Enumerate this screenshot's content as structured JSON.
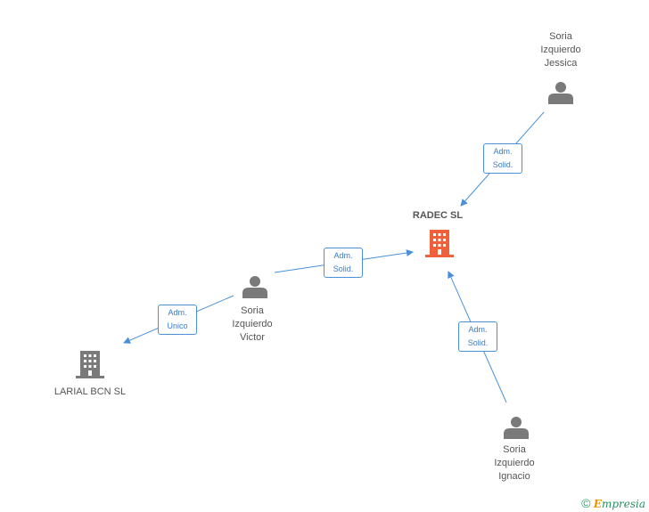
{
  "colors": {
    "edge": "#4a90d9",
    "person": "#7a7a7a",
    "company": "#7a7a7a",
    "company_main": "#f0603a"
  },
  "nodes": {
    "jessica": {
      "label": "Soria\nIzquierdo\nJessica",
      "icon": "person-icon"
    },
    "radec": {
      "label": "RADEC SL",
      "icon": "building-icon"
    },
    "victor": {
      "label": "Soria\nIzquierdo\nVictor",
      "icon": "person-icon"
    },
    "larial": {
      "label": "LARIAL BCN  SL",
      "icon": "building-icon"
    },
    "ignacio": {
      "label": "Soria\nIzquierdo\nIgnacio",
      "icon": "person-icon"
    }
  },
  "edges": {
    "jessica_radec": "Adm.\nSolid.",
    "victor_radec": "Adm.\nSolid.",
    "ignacio_radec": "Adm.\nSolid.",
    "victor_larial": "Adm.\nUnico"
  },
  "footer": {
    "copyright": "©",
    "brand_first": "E",
    "brand_rest": "mpresia"
  }
}
